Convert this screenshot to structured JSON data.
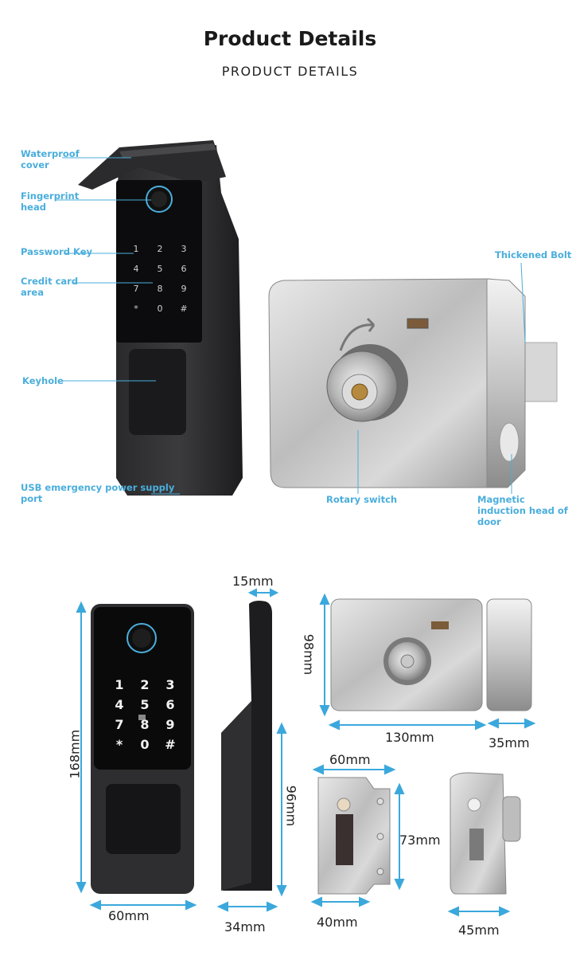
{
  "header": {
    "title": "Product Details",
    "subtitle": "PRODUCT DETAILS"
  },
  "callouts": {
    "waterproof_cover": "Waterproof\ncover",
    "fingerprint_head": "Fingerprint\nhead",
    "password_key": "Password Key",
    "credit_card_area": "Credit card\narea",
    "keyhole": "Keyhole",
    "usb_port": "USB emergency power supply\nport",
    "thickened_bolt": "Thickened Bolt",
    "rotary_switch": "Rotary switch",
    "magnetic_head": "Magnetic\ninduction head of\ndoor"
  },
  "keypad": {
    "keys": [
      "1",
      "2",
      "3",
      "4",
      "5",
      "6",
      "7",
      "8",
      "9",
      "*",
      "0",
      "#"
    ]
  },
  "dimensions": {
    "panel_height": "168mm",
    "panel_width": "60mm",
    "side_top": "15mm",
    "side_height": "96mm",
    "side_bottom": "34mm",
    "lock_height": "98mm",
    "lock_width": "130mm",
    "lock_depth": "35mm",
    "strike_width": "60mm",
    "strike_height": "73mm",
    "strike_bottom": "40mm",
    "keeper_width": "45mm"
  },
  "colors": {
    "callout": "#4aaedc",
    "dimension_arrow": "#3ba8dc"
  }
}
